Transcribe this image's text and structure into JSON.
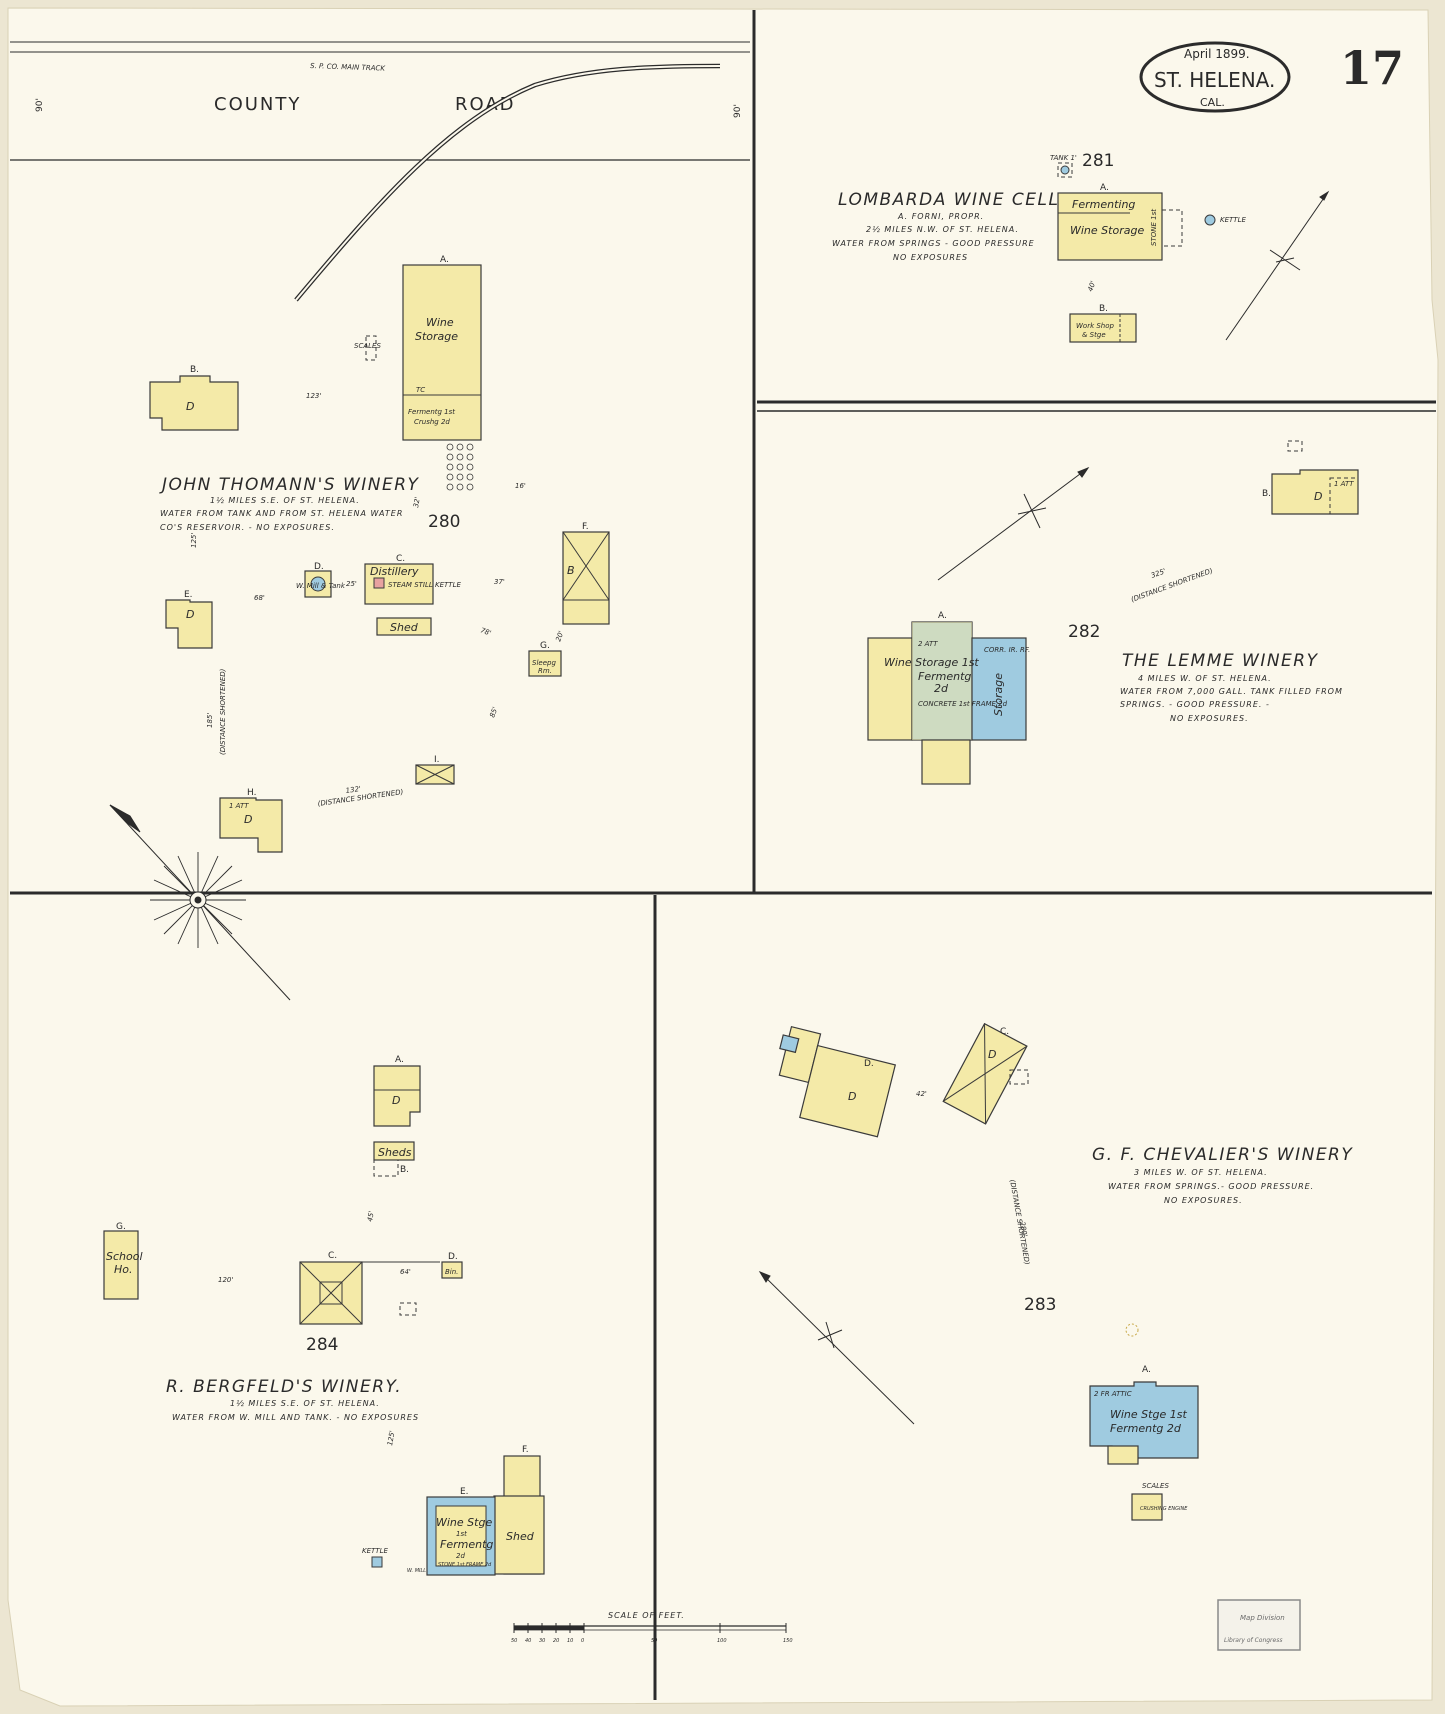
{
  "sheet": {
    "number": "17",
    "date": "April 1899.",
    "place": "ST. HELENA.",
    "state": "CAL.",
    "scale_label": "SCALE OF FEET.",
    "scale_ticks": [
      "50",
      "40",
      "30",
      "20",
      "10",
      "0",
      "50",
      "100",
      "150"
    ],
    "stamp_line1": "Map Division",
    "stamp_line2": "Library of Congress",
    "colors": {
      "paper": "#fbf8ec",
      "frame_paper": "#ece6d2",
      "frame_wood": "#f4eaa8",
      "stone_brick": "#9fcbe0",
      "brick": "#e8a2a0",
      "line": "#2b2b2b"
    }
  },
  "panels": {
    "top_left": {
      "road_label_1": "COUNTY",
      "road_label_2": "ROAD",
      "track_label": "S. P. CO.      MAIN TRACK",
      "road_width_left": "90'",
      "road_width_right": "90'",
      "winery_name": "JOHN THOMANN'S WINERY",
      "location": "1½ MILES S.E. OF ST. HELENA.",
      "water": "WATER FROM TANK AND FROM ST. HELENA WATER",
      "water_2": "CO'S RESERVOIR.  -      NO  EXPOSURES.",
      "lot_number": "280",
      "buildings": {
        "a_letter": "A.",
        "a_use_1": "Wine",
        "a_use_2": "Storage",
        "a_lower_1": "Fermentg 1st",
        "a_lower_2": "Crushg 2d",
        "a_tc": "TC",
        "b_letter": "B.",
        "b_use": "D",
        "c_letter": "C.",
        "c_use": "Distillery",
        "c_note": "STEAM STILL KETTLE",
        "d_letter": "D.",
        "d_use": "W. Mill & Tank",
        "shed": "Shed",
        "e_letter": "E.",
        "e_use": "D",
        "f_letter": "F.",
        "f_use": "B",
        "g_letter": "G.",
        "g_use_1": "Sleepg",
        "g_use_2": "Rm.",
        "h_letter": "H.",
        "h_use": "D",
        "h_attic": "1 ATT",
        "i_letter": "I.",
        "scales": "SCALES"
      },
      "distances": {
        "d123": "123'",
        "d32": "32'",
        "d16": "16'",
        "d25": "25'",
        "d37": "37'",
        "d68": "68'",
        "d78": "78'",
        "d85": "85'",
        "d20": "20'",
        "d125": "125'",
        "d185": "185'",
        "d185_note": "(DISTANCE SHORTENED)",
        "d132": "132'",
        "d132_note": "(DISTANCE SHORTENED)"
      }
    },
    "top_right_upper": {
      "winery_name": "LOMBARDA WINE CELLAR",
      "proprietor": "A. FORNI, PROPR.",
      "location": "2½ MILES N.W. OF ST. HELENA.",
      "water": "WATER FROM SPRINGS -  GOOD  PRESSURE",
      "exposures": "NO  EXPOSURES",
      "lot_number": "281",
      "buildings": {
        "a_letter": "A.",
        "a_use_1": "Fermenting",
        "a_use_2": "Wine Storage",
        "a_side": "STONE 1st",
        "b_letter": "B.",
        "b_use_1": "Work Shop",
        "b_use_2": "& Stge",
        "tank": "TANK 1'",
        "kettle": "KETTLE",
        "dist": "40'"
      }
    },
    "top_right_lower": {
      "winery_name": "THE LEMME WINERY",
      "location": "4 MILES W. OF ST. HELENA.",
      "water": "WATER FROM 7,000 GALL. TANK FILLED FROM",
      "water_2": "SPRINGS. - GOOD PRESSURE. -",
      "exposures": "NO  EXPOSURES.",
      "lot_number": "282",
      "distance": "325'",
      "distance_note": "(DISTANCE SHORTENED)",
      "buildings": {
        "a_letter": "A.",
        "a_use_1": "Wine Storage 1st",
        "a_use_2": "Fermentg",
        "a_use_3": "2d",
        "a_attic": "2 ATT",
        "a_side": "Storage",
        "a_note": "CONCRETE 1st FRAME 2d",
        "b_letter": "B.",
        "b_use": "D",
        "b_attic": "1 ATT",
        "corr_roof": "CORR. IR. RF."
      }
    },
    "bottom_left": {
      "winery_name": "R. BERGFELD'S WINERY.",
      "location": "1½ MILES S.E. OF ST. HELENA.",
      "water": "WATER  FROM  W. MILL  AND  TANK.  -  NO  EXPOSURES",
      "lot_number": "284",
      "buildings": {
        "a_letter": "A.",
        "a_use": "D",
        "b_letter": "B.",
        "b_use": "Sheds",
        "c_letter": "C.",
        "d_letter": "D.",
        "d_use": "Bin.",
        "e_letter": "E.",
        "e_use_1": "Wine Stge",
        "e_use_2": "1st",
        "e_use_3": "Fermentg",
        "e_use_4": "2d",
        "e_note": "STONE 1st FRAME 2d",
        "f_letter": "F.",
        "f_use": "Shed",
        "g_letter": "G.",
        "g_use_1": "School",
        "g_use_2": "Ho.",
        "kettle": "KETTLE",
        "wmill": "W. MILL"
      },
      "distances": {
        "d120": "120'",
        "d64": "64'",
        "d45": "45'",
        "d125": "125'"
      }
    },
    "bottom_right": {
      "winery_name": "G. F. CHEVALIER'S WINERY",
      "location": "3 MILES W. OF ST. HELENA.",
      "water": "WATER FROM SPRINGS.- GOOD PRESSURE.",
      "exposures": "NO  EXPOSURES.",
      "lot_number": "283",
      "distance": "280'",
      "distance_note": "(DISTANCE SHORTENED)",
      "buildings": {
        "a_letter": "A.",
        "a_use_1": "Wine Stge 1st",
        "a_use_2": "Fermentg 2d",
        "a_attic": "2 FR ATTIC",
        "c_letter": "C.",
        "c_use": "D",
        "d_letter": "D.",
        "d_use": "D",
        "scales": "SCALES",
        "crushing": "CRUSHING ENGINE",
        "dist": "42'"
      }
    }
  }
}
